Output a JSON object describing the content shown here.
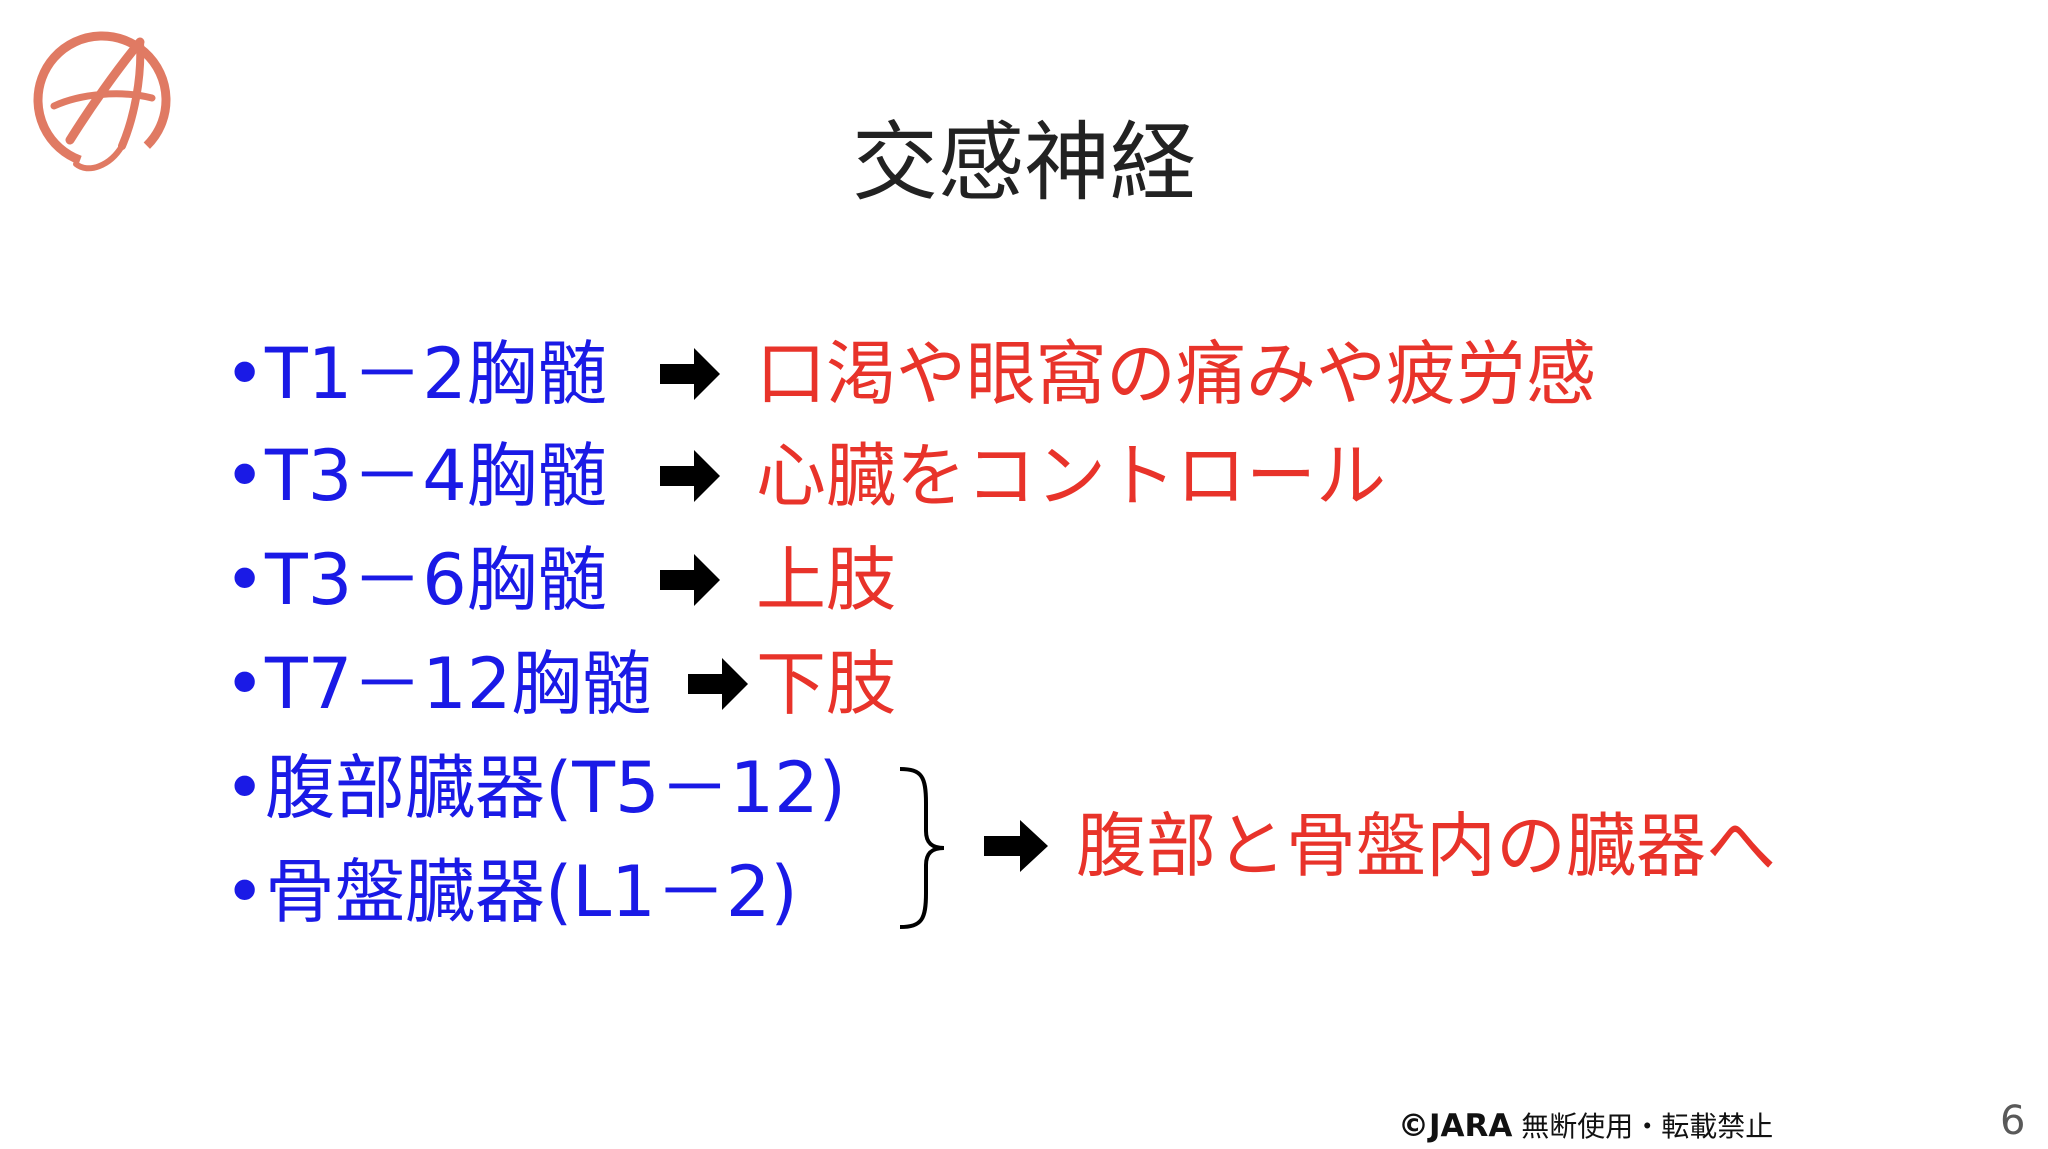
{
  "title": "交感神経",
  "colors": {
    "blue": "#1a1ae6",
    "red": "#e8332a",
    "logo": "#e07a63"
  },
  "rows": [
    {
      "left": "T1－2胸髄",
      "right": "口渇や眼窩の痛みや疲労感"
    },
    {
      "left": "T3－4胸髄",
      "right": "心臓をコントロール"
    },
    {
      "left": "T3－6胸髄",
      "right": "上肢"
    },
    {
      "left": "T7－12胸髄",
      "right": "下肢"
    },
    {
      "left": "腹部臓器(T5－12)"
    },
    {
      "left": "骨盤臓器(L1－2)"
    }
  ],
  "group_right": "腹部と骨盤内の臓器へ",
  "bullet": "•",
  "footer": {
    "copyright": "©JARA",
    "notice": "無断使用・転載禁止"
  },
  "page_number": "6",
  "icons": {
    "arrow": "right-arrow-icon",
    "brace": "right-brace",
    "logo": "jara-logo"
  }
}
